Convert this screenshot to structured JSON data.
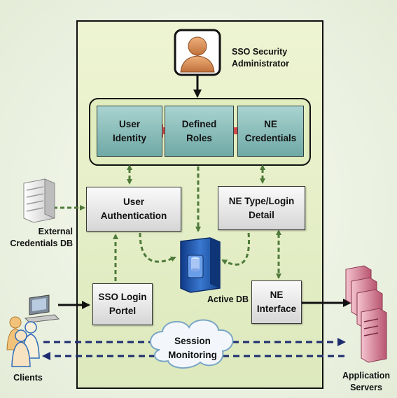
{
  "nodes": {
    "sso_admin": "SSO Security\nAdministrator",
    "user_identity": "User\nIdentity",
    "defined_roles": "Defined\nRoles",
    "ne_credentials": "NE\nCredentials",
    "user_authentication": "User\nAuthentication",
    "ne_type_login": "NE Type/Login\nDetail",
    "external_db": "External\nCredentials DB",
    "active_db": "Active DB",
    "sso_login_portal": "SSO Login\nPortel",
    "ne_interface": "NE\nInterface",
    "session_monitoring": "Session\nMonitoring",
    "clients": "Clients",
    "application_servers": "Application\nServers"
  },
  "colors": {
    "panel": "#e6efc7",
    "teal_box": "#84bcb9",
    "grey_box": "#e8e8e8",
    "dashed_arrow": "#4e7a3a",
    "navy_arrow": "#1c2c6e",
    "double_arrow": "#d04a4a",
    "admin_avatar": "#d9925a",
    "db_blue": "#1f4ea0",
    "server_pink": "#c8667c"
  },
  "icons": [
    "admin-avatar-icon",
    "server-rack-icon",
    "database-icon",
    "workstation-icon",
    "clients-group-icon",
    "application-servers-icon",
    "cloud-icon"
  ]
}
